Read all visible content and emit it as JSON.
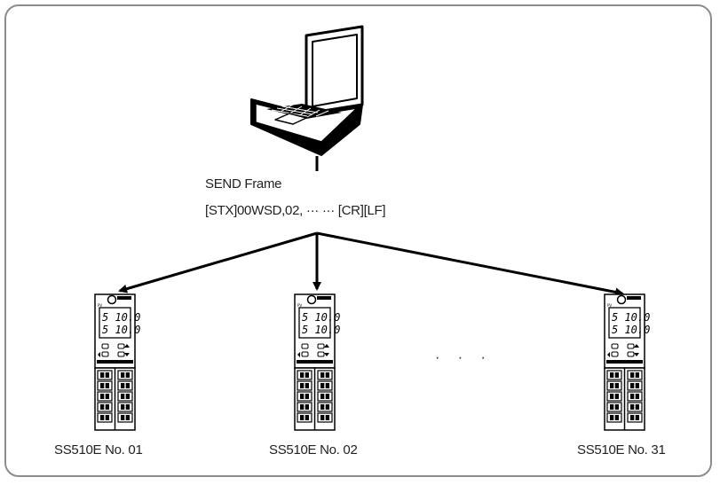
{
  "send_frame": {
    "title": "SEND Frame",
    "data": "[STX]00WSD,02, ··· ··· [CR][LF]"
  },
  "devices": [
    {
      "label": "SS510E No. 01",
      "display_top": "5 10.0",
      "display_bottom": "5 10.0"
    },
    {
      "label": "SS510E No. 02",
      "display_top": "5 10.0",
      "display_bottom": "5 10.0"
    },
    {
      "label": "SS510E No. 31",
      "display_top": "5 10.0",
      "display_bottom": "5 10.0"
    }
  ],
  "ellipsis": "· · ·",
  "icons": {
    "computer": "laptop-icon",
    "controller": "temperature-controller-icon"
  }
}
